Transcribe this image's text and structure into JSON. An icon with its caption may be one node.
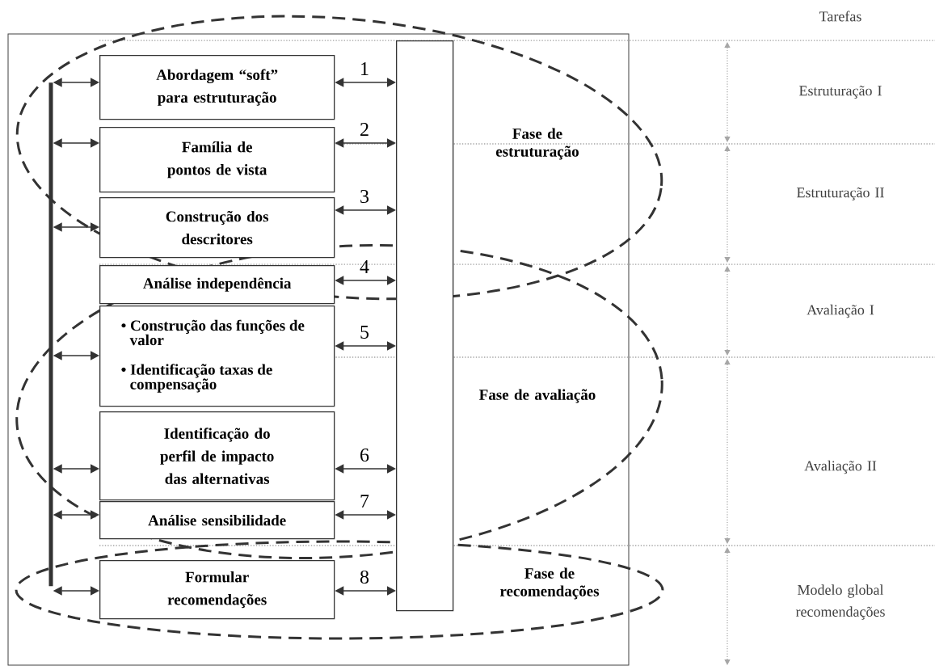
{
  "diagram": {
    "nodes": [
      {
        "text": [
          "Abordagem “soft” para estruturação"
        ]
      },
      {
        "text": [
          "Família de pontos de vista"
        ]
      },
      {
        "text": [
          "Construção dos descritores"
        ]
      },
      {
        "text": [
          "Análise independência"
        ]
      },
      {
        "text": [
          "• Construção das funções de valor",
          "• Identificação taxas de compensação"
        ]
      },
      {
        "text": [
          "Identificação do perfil de impacto das alternativas"
        ]
      },
      {
        "text": [
          "Análise sensibilidade"
        ]
      },
      {
        "text": [
          "Formular recomendações"
        ]
      },
      {
        "text": [],
        "shape": "bar"
      },
      {
        "text": [],
        "shape": "bar"
      },
      {
        "text": [
          "Fase de estruturação"
        ]
      },
      {
        "text": [
          "Fase de avaliação"
        ]
      },
      {
        "text": [
          "Fase de recomendações"
        ]
      }
    ],
    "edges": [
      {
        "from": 0,
        "to": 9,
        "arrow": "both",
        "label": "1"
      },
      {
        "from": 1,
        "to": 9,
        "arrow": "both",
        "label": "2"
      },
      {
        "from": 2,
        "to": 9,
        "arrow": "both",
        "label": "3"
      },
      {
        "from": 3,
        "to": 9,
        "arrow": "both",
        "label": "4"
      },
      {
        "from": 4,
        "to": 9,
        "arrow": "both",
        "label": "5"
      },
      {
        "from": 5,
        "to": 9,
        "arrow": "both",
        "label": "6"
      },
      {
        "from": 6,
        "to": 9,
        "arrow": "both",
        "label": "7"
      },
      {
        "from": 7,
        "to": 9,
        "arrow": "both",
        "label": "8"
      },
      {
        "from": 8,
        "to": 0,
        "arrow": "both"
      },
      {
        "from": 8,
        "to": 1,
        "arrow": "both"
      },
      {
        "from": 8,
        "to": 2,
        "arrow": "both"
      },
      {
        "from": 8,
        "to": 4,
        "arrow": "both"
      },
      {
        "from": 8,
        "to": 5,
        "arrow": "both"
      },
      {
        "from": 8,
        "to": 6,
        "arrow": "both"
      },
      {
        "from": 8,
        "to": 7,
        "arrow": "both"
      }
    ],
    "labels": [
      "Tarefas",
      "Estruturação I",
      "Estruturação II",
      "Avaliação I",
      "Avaliação  II",
      "Modelo global recomendações"
    ]
  }
}
